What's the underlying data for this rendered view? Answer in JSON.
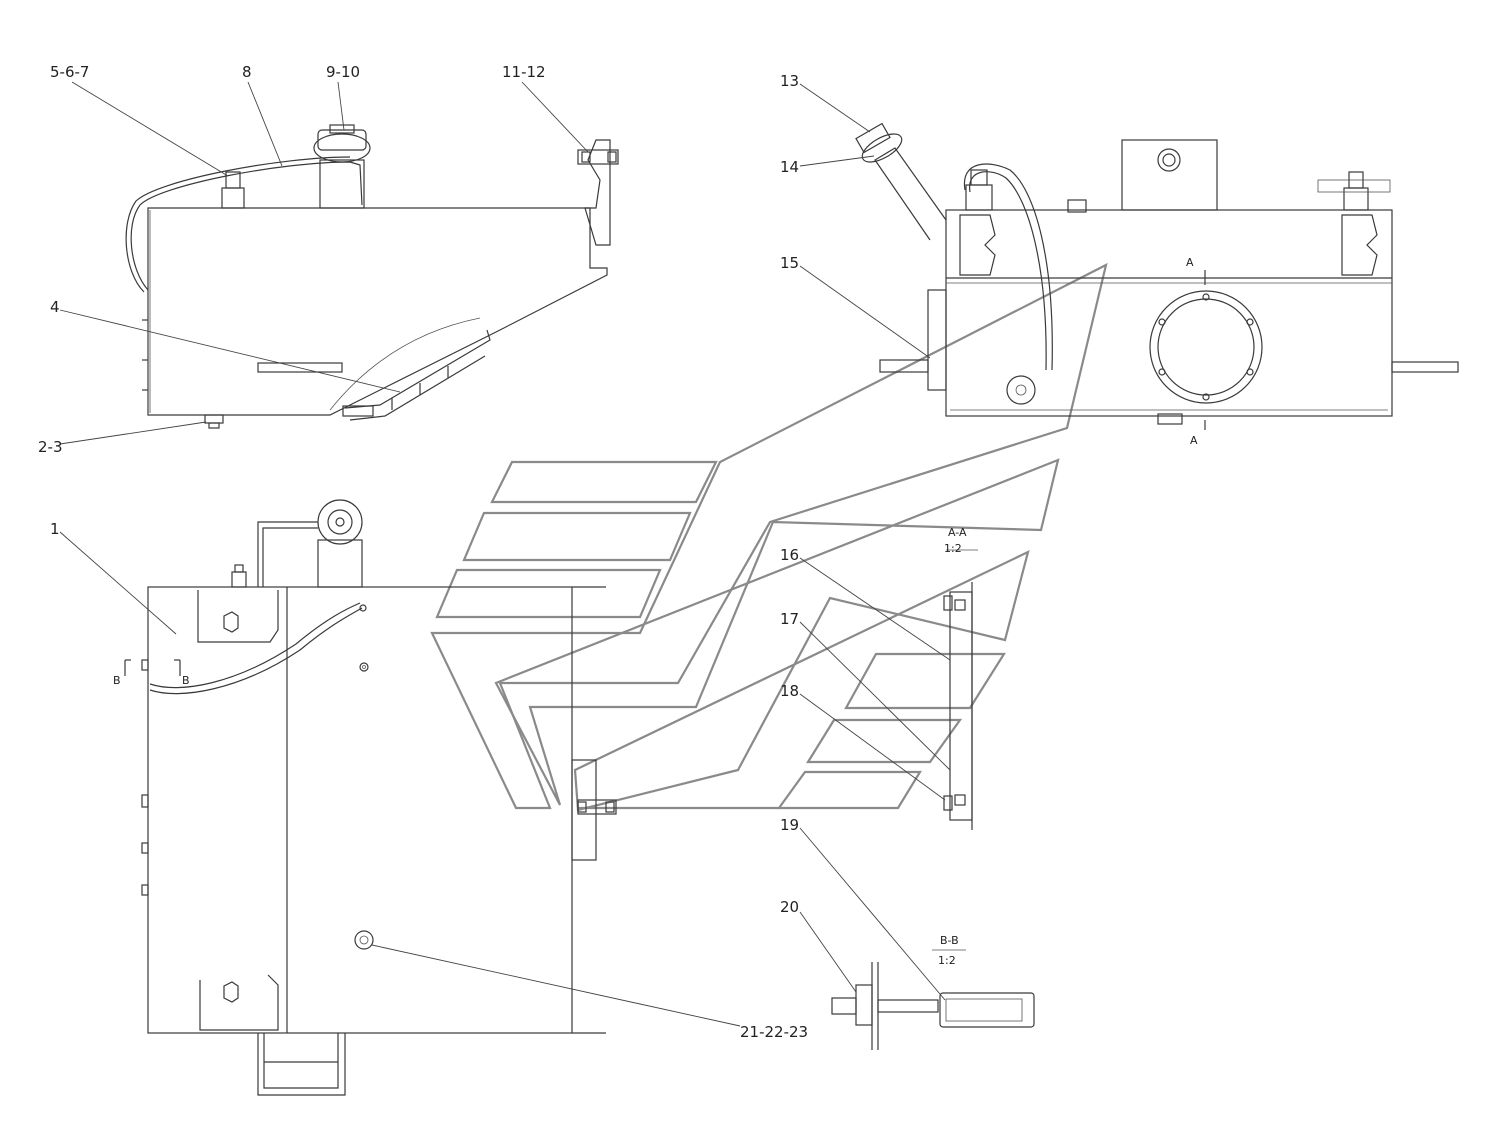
{
  "callouts": {
    "c_5_6_7": "5-6-7",
    "c_8": "8",
    "c_9_10": "9-10",
    "c_11_12": "11-12",
    "c_4": "4",
    "c_2_3": "2-3",
    "c_13": "13",
    "c_14": "14",
    "c_15": "15",
    "c_1": "1",
    "c_16": "16",
    "c_17": "17",
    "c_18": "18",
    "c_19": "19",
    "c_20": "20",
    "c_21_22_23": "21-22-23"
  },
  "section_marks": {
    "a_top": "A",
    "a_bottom": "A",
    "b_left": "B",
    "b_right": "B"
  },
  "section_titles": {
    "aa_name": "A-A",
    "aa_scale": "1:2",
    "bb_name": "B-B",
    "bb_scale": "1:2"
  }
}
